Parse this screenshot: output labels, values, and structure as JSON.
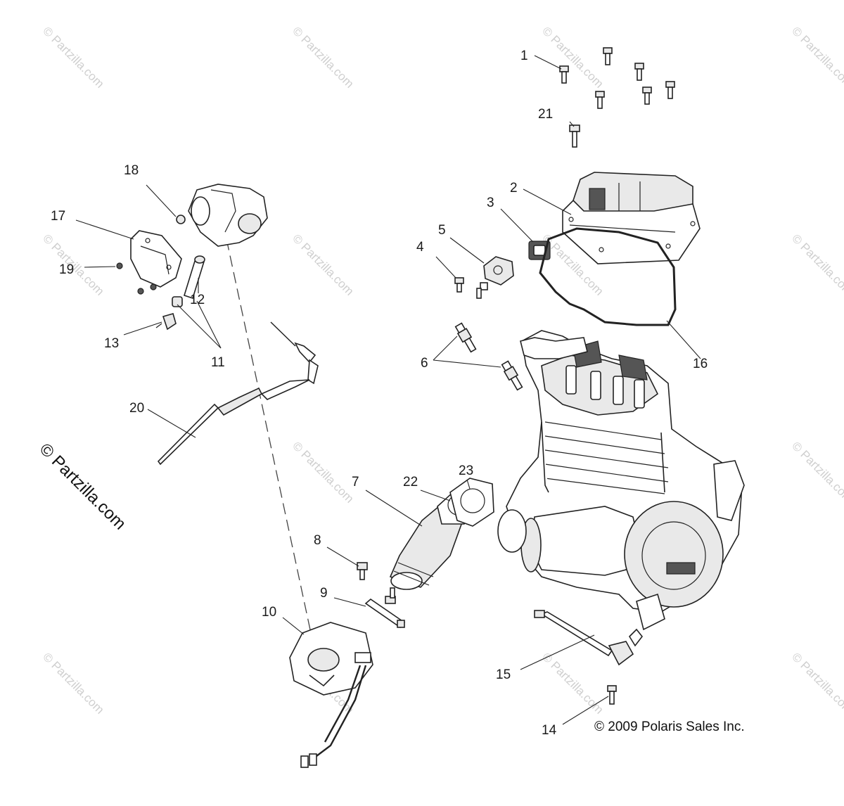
{
  "watermark": "© Partzilla.com",
  "side_watermark": "© Partzilla.com",
  "copyright": "© 2009 Polaris Sales Inc.",
  "callouts": [
    {
      "id": "c1",
      "label": "1"
    },
    {
      "id": "c2",
      "label": "2"
    },
    {
      "id": "c3",
      "label": "3"
    },
    {
      "id": "c4",
      "label": "4"
    },
    {
      "id": "c5",
      "label": "5"
    },
    {
      "id": "c6",
      "label": "6"
    },
    {
      "id": "c7",
      "label": "7"
    },
    {
      "id": "c8",
      "label": "8"
    },
    {
      "id": "c9",
      "label": "9"
    },
    {
      "id": "c10",
      "label": "10"
    },
    {
      "id": "c11",
      "label": "11"
    },
    {
      "id": "c12",
      "label": "12"
    },
    {
      "id": "c13",
      "label": "13"
    },
    {
      "id": "c14",
      "label": "14"
    },
    {
      "id": "c15",
      "label": "15"
    },
    {
      "id": "c16",
      "label": "16"
    },
    {
      "id": "c17",
      "label": "17"
    },
    {
      "id": "c18",
      "label": "18"
    },
    {
      "id": "c19",
      "label": "19"
    },
    {
      "id": "c20",
      "label": "20"
    },
    {
      "id": "c21",
      "label": "21"
    },
    {
      "id": "c22",
      "label": "22"
    },
    {
      "id": "c23",
      "label": "23"
    }
  ]
}
